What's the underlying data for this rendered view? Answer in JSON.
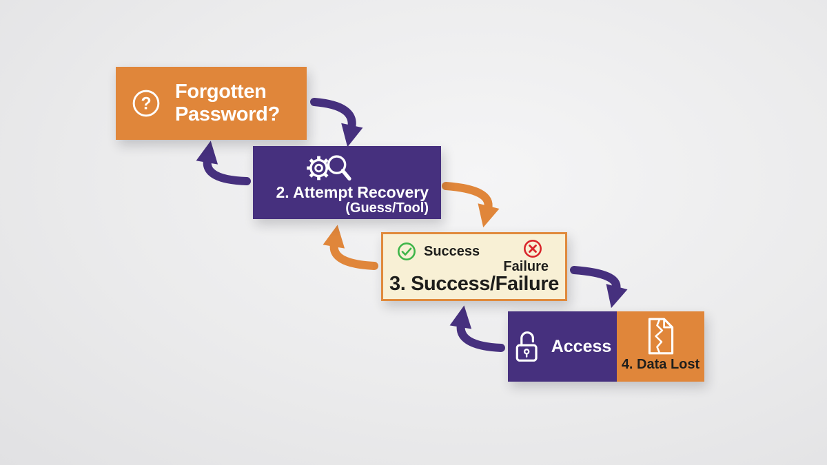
{
  "colors": {
    "orange": "#E0863A",
    "purple": "#46307E",
    "cream": "#F8F0D5",
    "cream_border": "#E08A3C",
    "green": "#3EB549",
    "red": "#D9252B",
    "dark": "#1E1E1C",
    "white": "#FFFFFF",
    "bg_center": "#F5F5F6",
    "bg_edge": "#E1E1E3"
  },
  "nodes": {
    "step1": {
      "line1": "Forgotten",
      "line2": "Password?",
      "icon": "question-circle-icon",
      "icon_glyph": "?"
    },
    "step2": {
      "label": "2. Attempt Recovery",
      "sublabel": "(Guess/Tool)",
      "icon": "gear-magnifier-icon"
    },
    "step3": {
      "title": "3. Success/Failure",
      "success_label": "Success",
      "failure_label": "Failure",
      "success_icon": "check-circle-icon",
      "failure_icon": "x-circle-icon"
    },
    "step4": {
      "access_label": "Access",
      "data_lost_label": "4. Data Lost",
      "access_icon": "padlock-open-icon",
      "data_lost_icon": "torn-document-icon"
    }
  },
  "arrows": [
    {
      "from": "step1",
      "to": "step2",
      "color": "purple"
    },
    {
      "from": "step2",
      "to": "step1",
      "color": "purple"
    },
    {
      "from": "step2",
      "to": "step3",
      "color": "orange"
    },
    {
      "from": "step3",
      "to": "step2",
      "color": "orange"
    },
    {
      "from": "step3",
      "to": "step4",
      "color": "purple"
    },
    {
      "from": "step4",
      "to": "step3",
      "color": "purple"
    }
  ]
}
